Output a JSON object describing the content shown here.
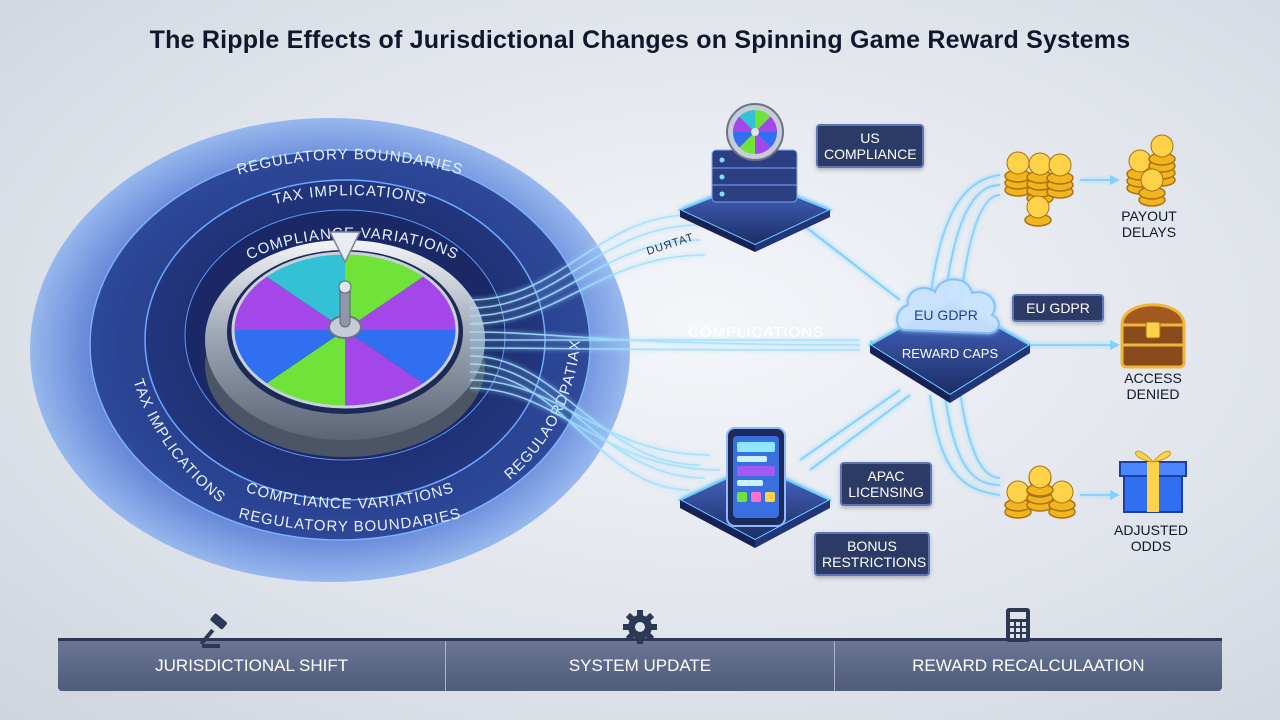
{
  "title": "The Ripple Effects of Jurisdictional Changes on Spinning Game Reward Systems",
  "rings": {
    "outer_top": "REGULATORY BOUNDARIES",
    "mid_top": "TAX IMPLICATIONS",
    "inner_top": "COMPLIANCE VARIATIONS",
    "outer_left": "TAX IMPLICATIONS",
    "inner_bottom": "COMPLIANCE VARIATIONS",
    "outer_bottom": "REGULATORY BOUNDARIES",
    "right_garbled": "REGULAORDPATIAX",
    "upper_garbled": "DUЯTAT"
  },
  "flow_label": "COMPLICATIONS",
  "nodes": {
    "us": "US\nCOMPLIANCE",
    "eu_cloud": "EU GDPR",
    "eu_tag": "EU GDPR",
    "reward_caps": "REWARD CAPS",
    "apac": "APAC\nLICENSING",
    "bonus": "BONUS\nRESTRICTIONS"
  },
  "outcomes": [
    {
      "label": "PAYOUT\nDELAYS",
      "icon": "coin-stack-icon"
    },
    {
      "label": "ACCESS\nDENIED",
      "icon": "treasure-chest-icon"
    },
    {
      "label": "ADJUSTED\nODDS",
      "icon": "gift-box-icon"
    }
  ],
  "steps": [
    {
      "label": "JURISDICTIONAL SHIFT",
      "icon": "gavel-icon"
    },
    {
      "label": "SYSTEM UPDATE",
      "icon": "gear-icon"
    },
    {
      "label": "REWARD RECALCULAATION",
      "icon": "calculator-icon"
    }
  ],
  "colors": {
    "ring_dark": "#1e2f6e",
    "ring_mid": "#2f55b8",
    "glow": "#5fc8ff",
    "wheel_purple": "#a447e8",
    "wheel_green": "#6fe33a",
    "wheel_blue": "#2f6ff0",
    "wheel_teal": "#33c1d6"
  }
}
